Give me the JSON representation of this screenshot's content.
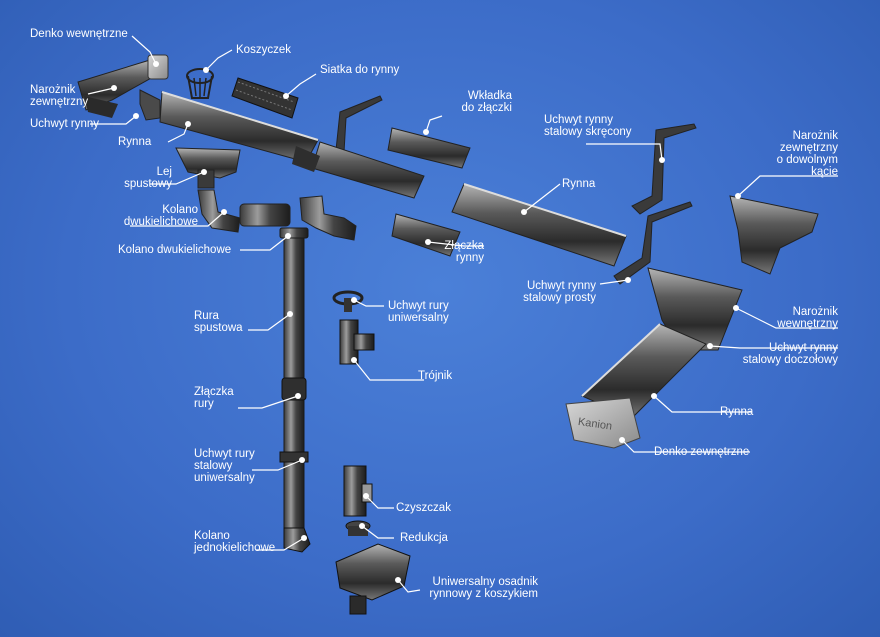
{
  "labels": {
    "denko_wewnetrzne": "Denko wewnętrzne",
    "koszyczek": "Koszyczek",
    "siatka_do_rynny": "Siatka do rynny",
    "naroznik_zewnetrzny": "Narożnik\nzewnętrzny",
    "wkladka_do_zlaczki": "Wkładka\ndo złączki",
    "uchwyt_rynny": "Uchwyt rynny",
    "uchwyt_rynny_stalowy_skrecony": "Uchwyt rynny\nstalowy skręcony",
    "rynna_1": "Rynna",
    "naroznik_zewnetrzny_kat": "Narożnik\nzewnętrzny\no dowolnym\nkącie",
    "lej_spustowy": "Lej\nspustowy",
    "rynna_2": "Rynna",
    "kolano_dwukielichowe_1": "Kolano\ndwukielichowe",
    "kolano_dwukielichowe_2": "Kolano dwukielichowe",
    "zlaczka_rynny": "Złączka\nrynny",
    "uchwyt_rynny_stalowy_prosty": "Uchwyt rynny\nstalowy prosty",
    "rura_spustowa": "Rura\nspustowa",
    "uchwyt_rury_uniwersalny": "Uchwyt rury\nuniwersalny",
    "naroznik_wewnetrzny": "Narożnik\nwewnętrzny",
    "uchwyt_rynny_stalowy_doczolowy": "Uchwyt rynny\nstalowy doczołowy",
    "trojnik": "Trójnik",
    "zlaczka_rury": "Złączka\nrury",
    "rynna_3": "Rynna",
    "denko_zewnetrzne": "Denko zewnętrzne",
    "uchwyt_rury_stalowy_uniwersalny": "Uchwyt rury\nstalowy\nuniwersalny",
    "czyszczak": "Czyszczak",
    "redukcja": "Redukcja",
    "kolano_jednokielichowe": "Kolano\njednokielichowe",
    "uniwersalny_osadnik": "Uniwersalny osadnik\nrynnowy z koszykiem"
  },
  "brand": "Kanion",
  "colors": {
    "background": "#3c6cc8",
    "metal_dark": "#2a2a2a",
    "metal_light": "#9a9a9a",
    "leader": "#ffffff"
  }
}
